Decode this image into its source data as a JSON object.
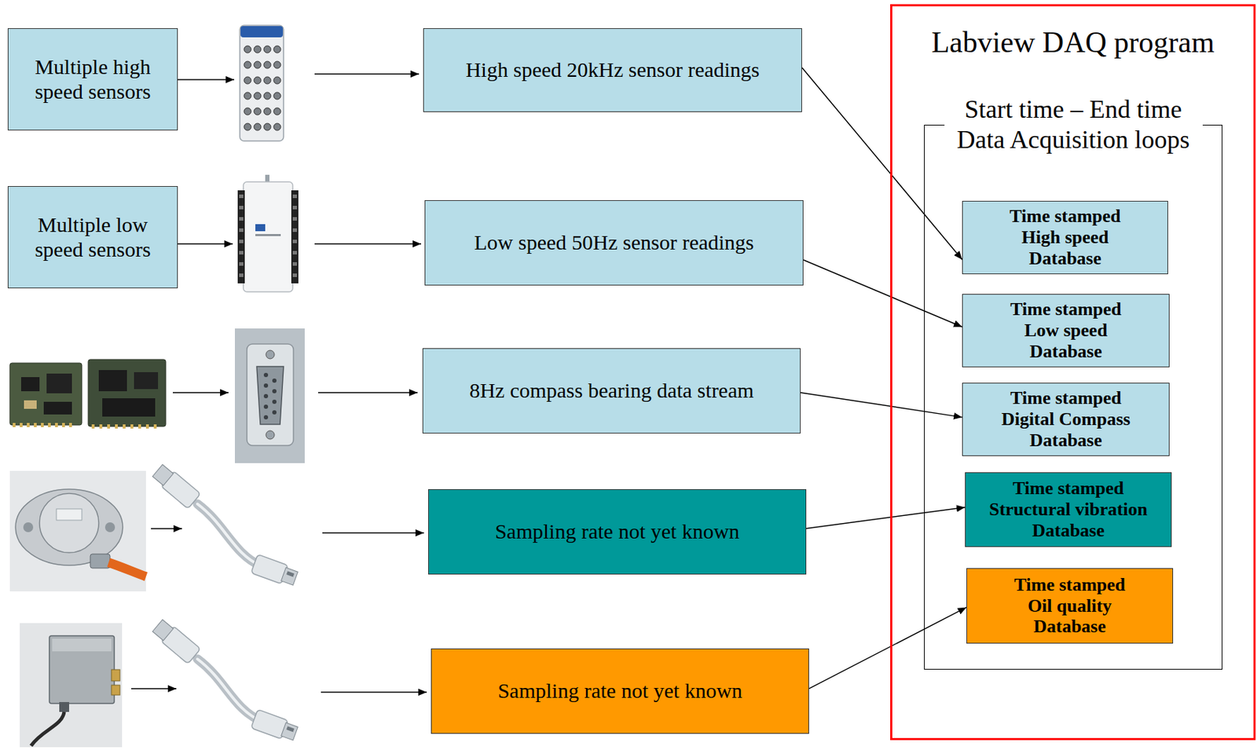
{
  "diagram": {
    "nodes": [
      {
        "text": [
          "Multiple high speed sensors"
        ]
      },
      {
        "text": [
          "Multiple low speed sensors"
        ]
      },
      {
        "text": [
          "High speed 20kHz sensor readings"
        ]
      },
      {
        "text": [
          "Low speed 50Hz sensor readings"
        ]
      },
      {
        "text": [
          "8Hz compass bearing data stream"
        ]
      },
      {
        "text": [
          "Sampling rate not yet known"
        ]
      },
      {
        "text": [
          "Sampling rate not yet known"
        ]
      },
      {
        "text": [
          "Labview DAQ program"
        ]
      },
      {
        "text": [
          "Start time – End time Data Acquisition loops"
        ],
        "in": 7
      },
      {
        "text": [
          "Time stamped High speed Database"
        ],
        "in": 8
      },
      {
        "text": [
          "Time stamped Low speed Database"
        ],
        "in": 8
      },
      {
        "text": [
          "Time stamped Digital Compass Database"
        ],
        "in": 8
      },
      {
        "text": [
          "Time stamped Structural vibration Database"
        ],
        "in": 8
      },
      {
        "text": [
          "Time stamped Oil quality Database"
        ],
        "in": 8
      }
    ],
    "edges": [
      {
        "from": 2,
        "to": 9,
        "arrow": "to"
      },
      {
        "from": 3,
        "to": 10,
        "arrow": "to"
      },
      {
        "from": 4,
        "to": 11,
        "arrow": "to"
      },
      {
        "from": 5,
        "to": 12,
        "arrow": "to"
      },
      {
        "from": 6,
        "to": 13,
        "arrow": "to"
      }
    ]
  }
}
